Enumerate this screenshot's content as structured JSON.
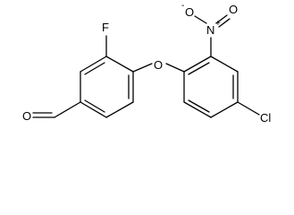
{
  "molecule": {
    "atoms": {
      "aldehyde_o": "O",
      "fluorine": "F",
      "ether_o": "O",
      "nitro_n": "N",
      "nitro_o_minus": "O",
      "nitro_o_double": "O",
      "chlorine": "Cl"
    },
    "charges": {
      "nitro_n": "+",
      "nitro_o_minus": "-"
    }
  }
}
